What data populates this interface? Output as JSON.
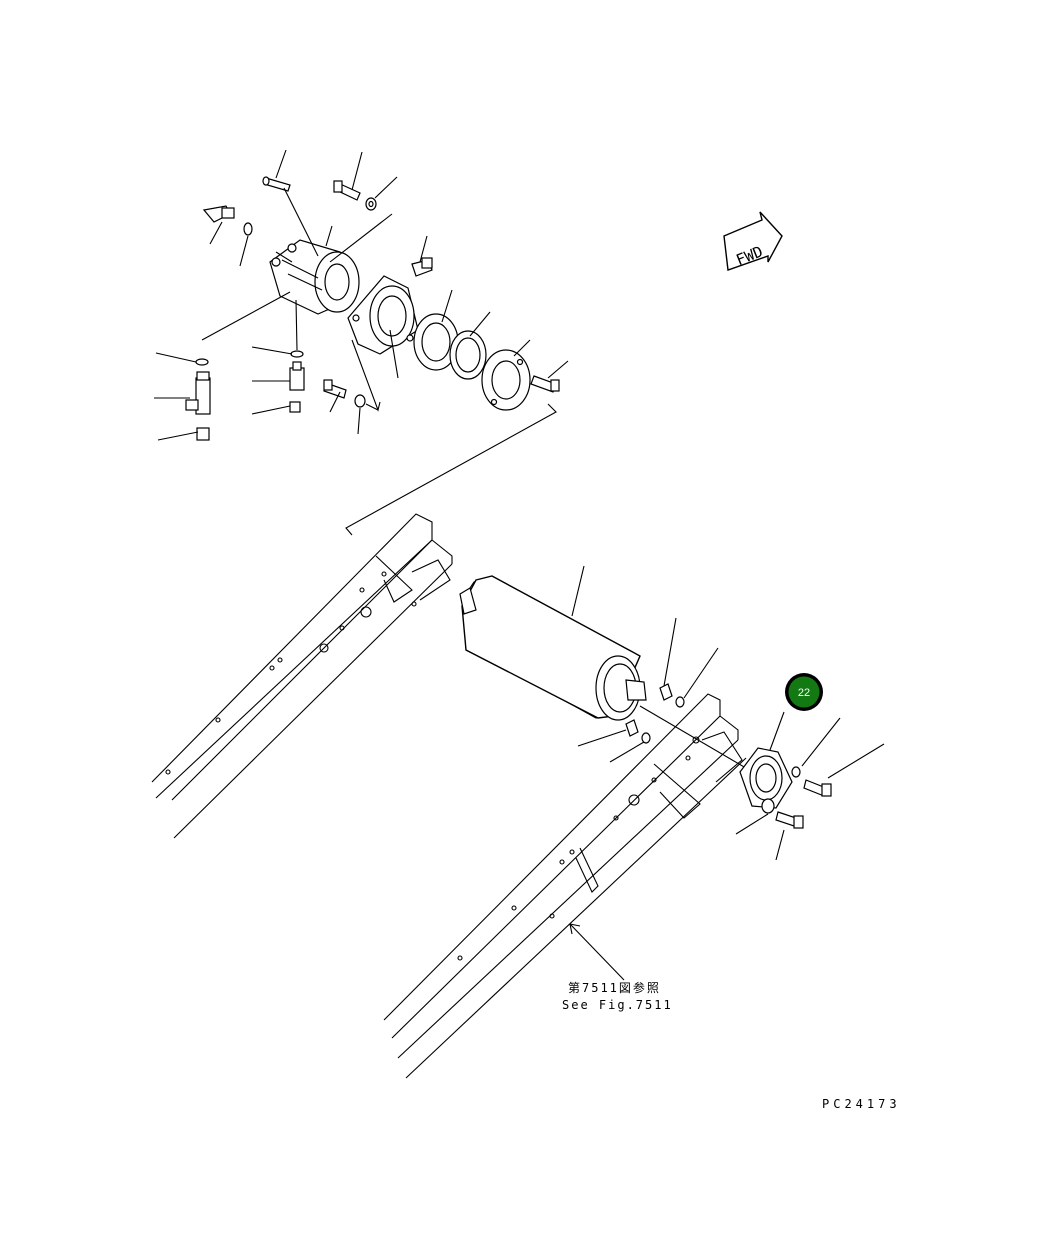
{
  "direction_marker": {
    "label": "FWD"
  },
  "reference_note": {
    "line_jp": "第7511図参照",
    "line_en": "See Fig.7511"
  },
  "drawing_code": "PC24173",
  "callout": {
    "number": "22",
    "color": "#137a13",
    "ring_color": "#000000"
  }
}
